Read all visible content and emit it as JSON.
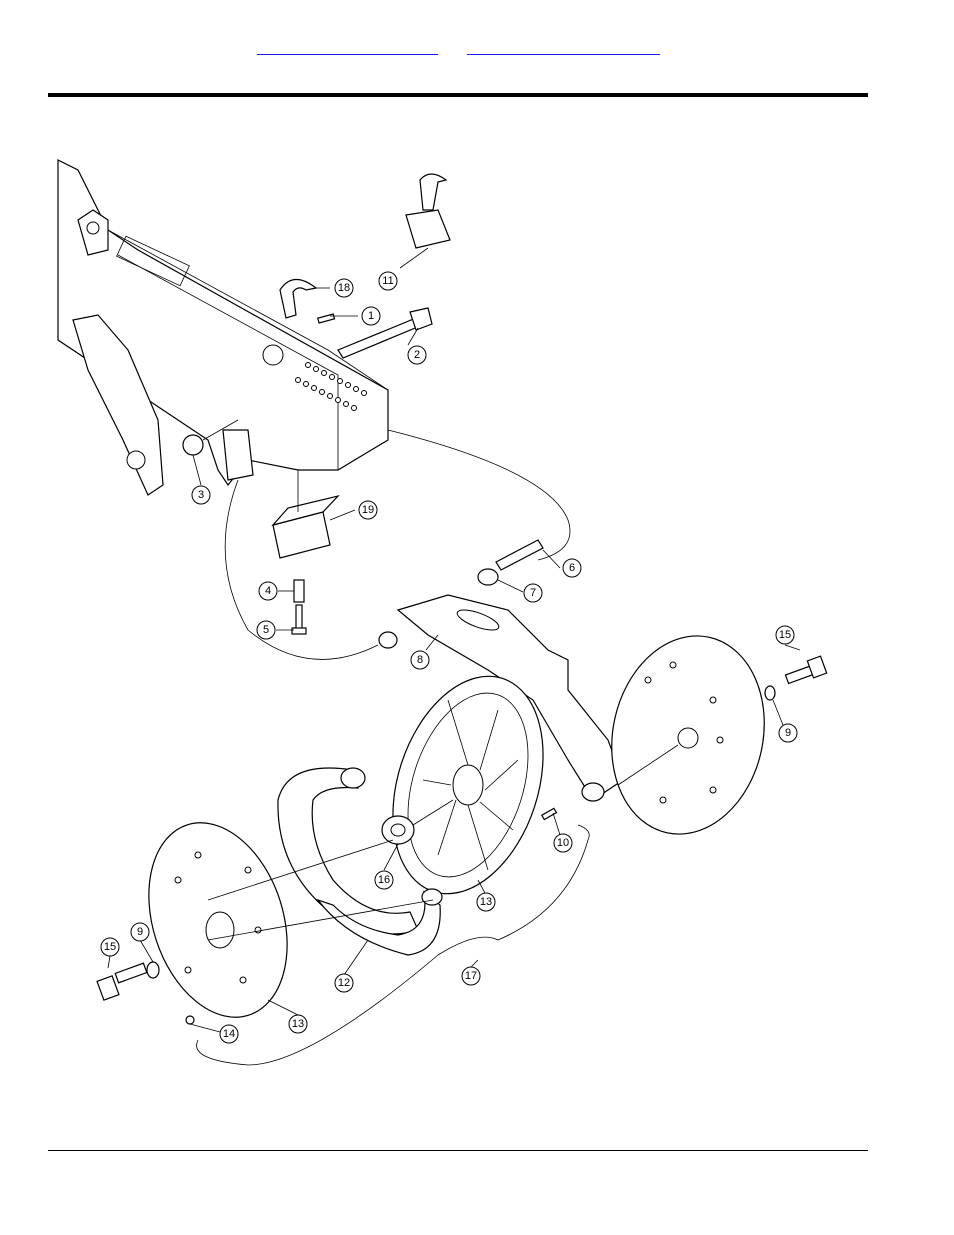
{
  "header": {
    "link_a": "",
    "link_b": ""
  },
  "callouts": [
    {
      "id": "c18",
      "label": "18"
    },
    {
      "id": "c1",
      "label": "1"
    },
    {
      "id": "c2",
      "label": "2"
    },
    {
      "id": "c11",
      "label": "11"
    },
    {
      "id": "c3",
      "label": "3"
    },
    {
      "id": "c19",
      "label": "19"
    },
    {
      "id": "c4",
      "label": "4"
    },
    {
      "id": "c5",
      "label": "5"
    },
    {
      "id": "c6",
      "label": "6"
    },
    {
      "id": "c7",
      "label": "7"
    },
    {
      "id": "c8",
      "label": "8"
    },
    {
      "id": "c15a",
      "label": "15"
    },
    {
      "id": "c9a",
      "label": "9"
    },
    {
      "id": "c10",
      "label": "10"
    },
    {
      "id": "c16",
      "label": "16"
    },
    {
      "id": "c13a",
      "label": "13"
    },
    {
      "id": "c12",
      "label": "12"
    },
    {
      "id": "c17",
      "label": "17"
    },
    {
      "id": "c15b",
      "label": "15"
    },
    {
      "id": "c9b",
      "label": "9"
    },
    {
      "id": "c13b",
      "label": "13"
    },
    {
      "id": "c14",
      "label": "14"
    }
  ]
}
